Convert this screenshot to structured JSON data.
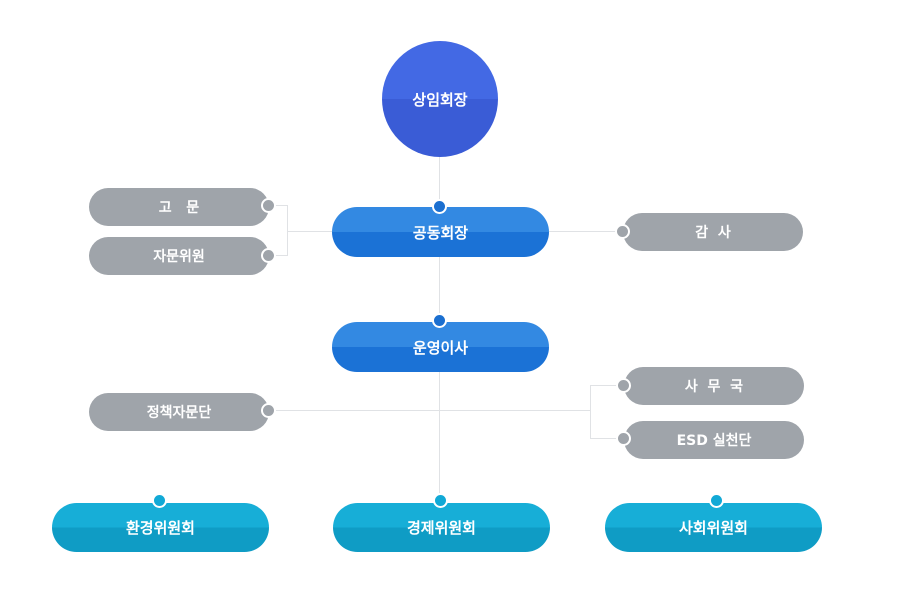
{
  "org_chart": {
    "chairman": "상임회장",
    "co_chair": "공동회장",
    "advisors": [
      "고   문",
      "자문위원"
    ],
    "auditor": "감  사",
    "operating_director": "운영이사",
    "policy_advisory": "정책자문단",
    "secretariat": "사  무  국",
    "esd_team": "ESD 실천단",
    "committees": [
      "환경위원회",
      "경제위원회",
      "사회위원회"
    ]
  },
  "colors": {
    "chairman": "#4369e4",
    "primary_blue": "#1b72d6",
    "committee_cyan": "#0f9cc5",
    "secondary_gray": "#9fa4aa",
    "connector_line": "#e0e2e5"
  }
}
